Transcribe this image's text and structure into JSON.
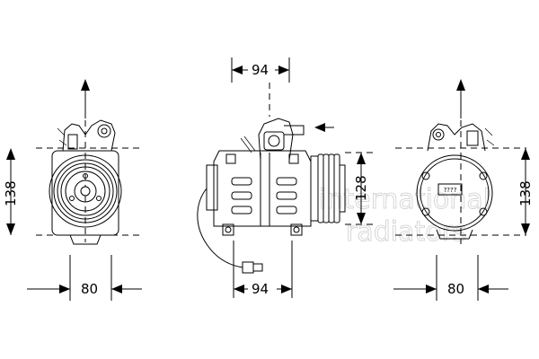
{
  "views": {
    "front": {
      "height_label": "138",
      "width_label": "80"
    },
    "side": {
      "top_width_label": "94",
      "bottom_width_label": "94",
      "height_label": "128"
    },
    "rear": {
      "height_label": "138",
      "width_label": "80",
      "plate_text": "????"
    }
  },
  "watermark": {
    "line1": "international",
    "line2": "radiators"
  }
}
